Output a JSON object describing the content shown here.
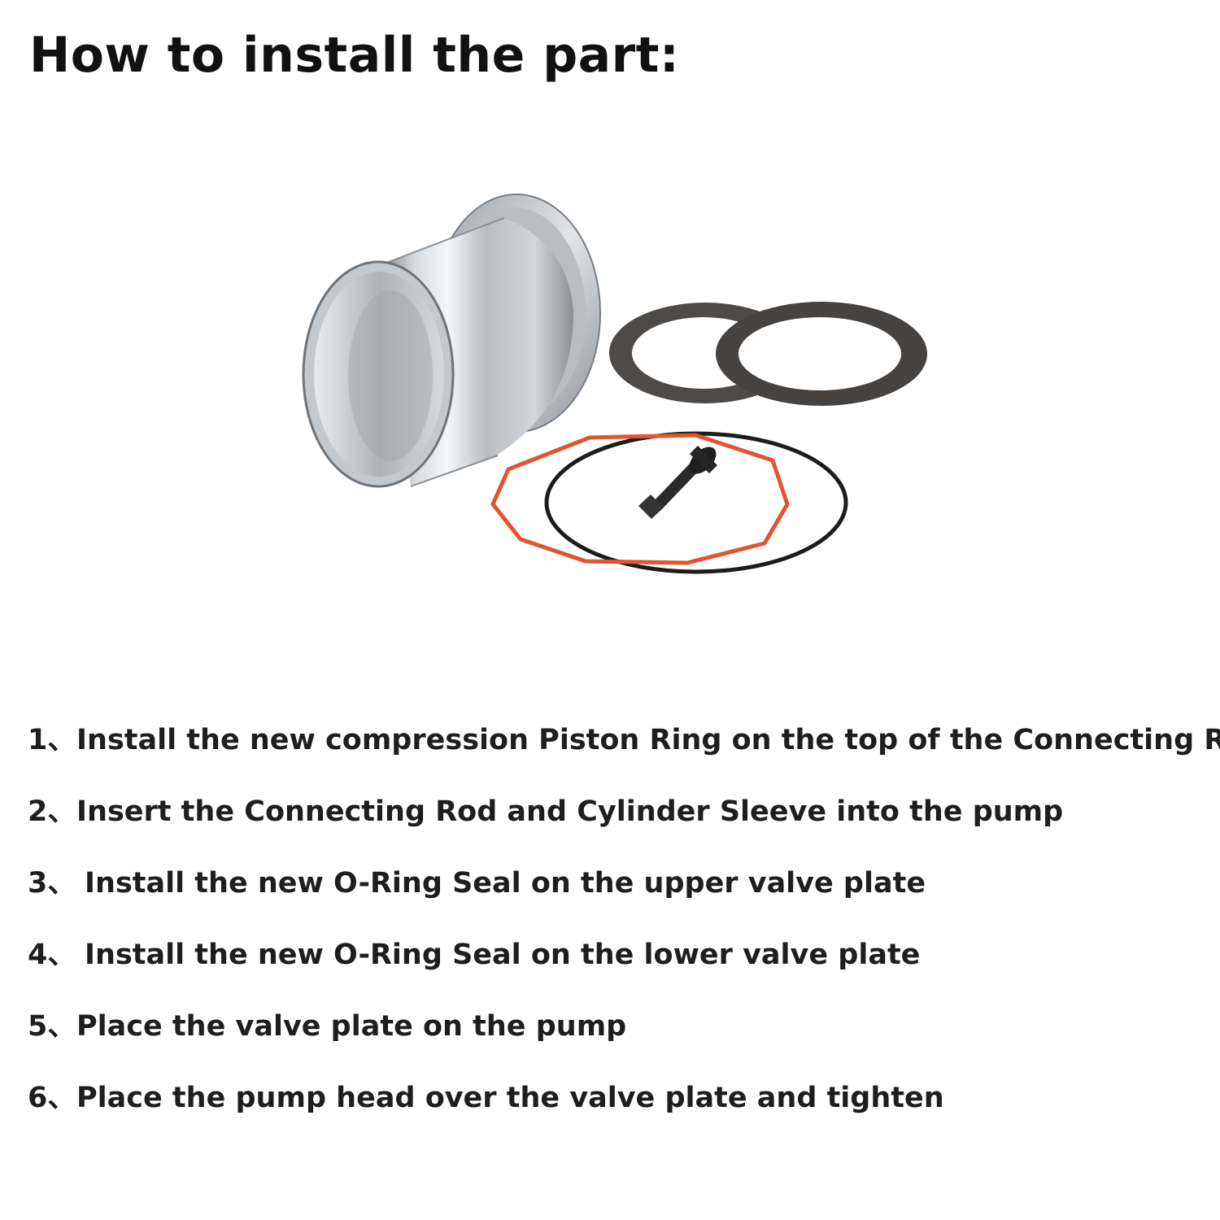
{
  "heading": "How to install the part:",
  "product_image": {
    "parts": [
      "cylinder-sleeve",
      "flat-gasket-large",
      "flat-gasket-small",
      "orange-o-ring",
      "black-o-ring",
      "cap-screw"
    ],
    "colors": {
      "steel": "#c9cdd1",
      "gasket": "#4a4744",
      "orange_ring": "#e2542e",
      "black_ring": "#1c1c1c",
      "screw": "#2a2a2a"
    }
  },
  "steps": [
    {
      "number": "1、",
      "text": "Install the new compression Piston Ring on the top of the Connecting Rod"
    },
    {
      "number": "2、",
      "text": "Insert the Connecting Rod and Cylinder Sleeve into the pump"
    },
    {
      "number": "3、",
      "text": "Install the new O-Ring Seal on the upper valve plate"
    },
    {
      "number": "4、",
      "text": "Install the new O-Ring Seal on the lower valve plate"
    },
    {
      "number": "5、",
      "text": "Place the valve plate on the pump"
    },
    {
      "number": "6、",
      "text": "Place the pump head over the valve plate and tighten"
    }
  ]
}
